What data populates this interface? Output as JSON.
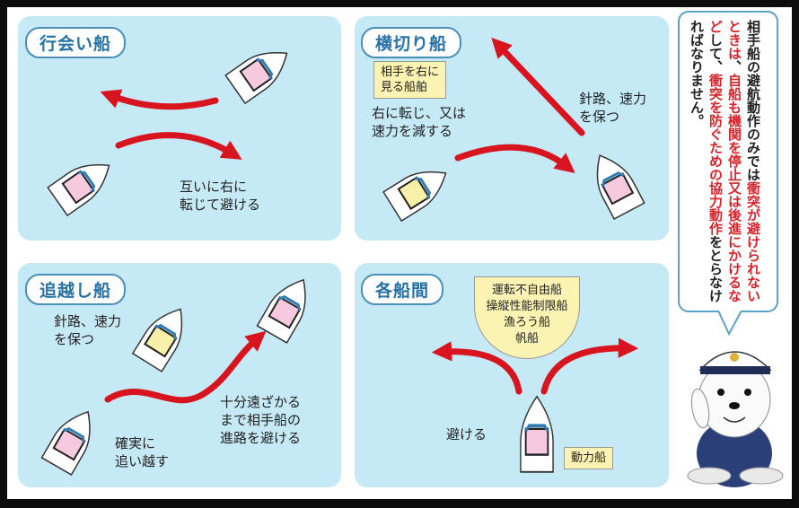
{
  "panels": {
    "head_on": {
      "title": "行会い船",
      "caption": "互いに右に\n転じて避ける"
    },
    "crossing": {
      "title": "横切り船",
      "label_box": "相手を右に\n見る船舶",
      "give_way": "右に転じ、又は\n速力を減する",
      "stand_on": "針路、速力\nを保つ"
    },
    "overtaking": {
      "title": "追越し船",
      "stand_on": "針路、速力\nを保つ",
      "overtake": "確実に\n追い越す",
      "keep_clear": "十分遠ざかる\nまで相手船の\n進路を避ける"
    },
    "between_vessels": {
      "title": "各船間",
      "priority_list": "運転不自由船\n操縦性能制限船\n漁ろう船\n帆船",
      "action": "避ける",
      "vessel_label": "動力船"
    }
  },
  "note": {
    "segments": [
      {
        "text": "相手船の避航動作のみでは",
        "emphasis": false
      },
      {
        "text": "衝突が避けられないときは",
        "emphasis": true
      },
      {
        "text": "、",
        "emphasis": false
      },
      {
        "text": "自船も機関を停止又は後進にかけるなど",
        "emphasis": true
      },
      {
        "text": "して、",
        "emphasis": false
      },
      {
        "text": "衝突を防ぐための協力動作",
        "emphasis": true
      },
      {
        "text": "をとらなければなりません。",
        "emphasis": false
      }
    ]
  },
  "colors": {
    "panel": "#c6e9f6",
    "arrow": "#d8141e",
    "accent": "#2672a6",
    "highlight": "#fbf3b1"
  }
}
